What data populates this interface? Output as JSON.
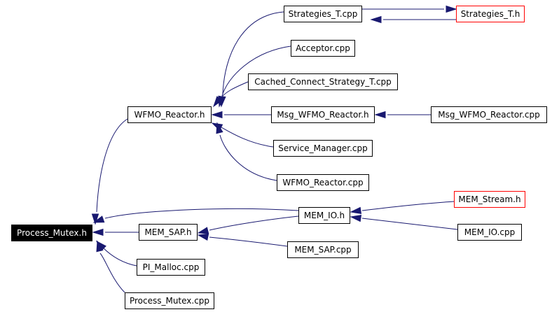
{
  "colors": {
    "edge": "#191970",
    "node_border": "#000000",
    "external_border": "#ff0000",
    "root_background": "#000000",
    "root_text": "#ffffff"
  },
  "nodes": {
    "process_mutex_h": "Process_Mutex.h",
    "wfmo_reactor_h": "WFMO_Reactor.h",
    "strategies_t_cpp": "Strategies_T.cpp",
    "strategies_t_h": "Strategies_T.h",
    "acceptor_cpp": "Acceptor.cpp",
    "cached_connect_strategy_t_cpp": "Cached_Connect_Strategy_T.cpp",
    "msg_wfmo_reactor_h": "Msg_WFMO_Reactor.h",
    "msg_wfmo_reactor_cpp": "Msg_WFMO_Reactor.cpp",
    "service_manager_cpp": "Service_Manager.cpp",
    "wfmo_reactor_cpp": "WFMO_Reactor.cpp",
    "mem_io_h": "MEM_IO.h",
    "mem_stream_h": "MEM_Stream.h",
    "mem_io_cpp": "MEM_IO.cpp",
    "mem_sap_h": "MEM_SAP.h",
    "mem_sap_cpp": "MEM_SAP.cpp",
    "pi_malloc_cpp": "PI_Malloc.cpp",
    "process_mutex_cpp": "Process_Mutex.cpp"
  },
  "edges": [
    {
      "from": "wfmo_reactor_h",
      "to": "process_mutex_h"
    },
    {
      "from": "mem_io_h",
      "to": "process_mutex_h"
    },
    {
      "from": "mem_sap_h",
      "to": "process_mutex_h"
    },
    {
      "from": "pi_malloc_cpp",
      "to": "process_mutex_h"
    },
    {
      "from": "process_mutex_cpp",
      "to": "process_mutex_h"
    },
    {
      "from": "strategies_t_cpp",
      "to": "wfmo_reactor_h"
    },
    {
      "from": "acceptor_cpp",
      "to": "wfmo_reactor_h"
    },
    {
      "from": "cached_connect_strategy_t_cpp",
      "to": "wfmo_reactor_h"
    },
    {
      "from": "msg_wfmo_reactor_h",
      "to": "wfmo_reactor_h"
    },
    {
      "from": "service_manager_cpp",
      "to": "wfmo_reactor_h"
    },
    {
      "from": "wfmo_reactor_cpp",
      "to": "wfmo_reactor_h"
    },
    {
      "from": "strategies_t_h",
      "to": "strategies_t_cpp"
    },
    {
      "from": "strategies_t_cpp",
      "to": "strategies_t_h"
    },
    {
      "from": "msg_wfmo_reactor_cpp",
      "to": "msg_wfmo_reactor_h"
    },
    {
      "from": "mem_io_h",
      "to": "mem_sap_h"
    },
    {
      "from": "mem_sap_cpp",
      "to": "mem_sap_h"
    },
    {
      "from": "mem_stream_h",
      "to": "mem_io_h"
    },
    {
      "from": "mem_io_cpp",
      "to": "mem_io_h"
    }
  ]
}
